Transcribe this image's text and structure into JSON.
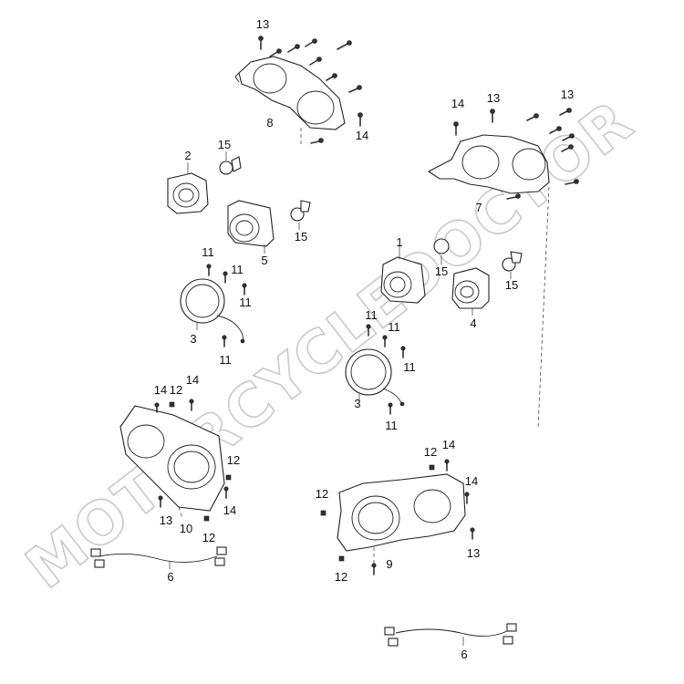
{
  "labels": {
    "l13a": "13",
    "l8": "8",
    "l14a": "14",
    "l14b": "14",
    "l13b": "13",
    "l13c": "13",
    "l7": "7",
    "l2": "2",
    "l15a": "15",
    "l15b": "15",
    "l5": "5",
    "l11a": "11",
    "l11b": "11",
    "l11c": "11",
    "l11d": "11",
    "l3a": "3",
    "l1": "1",
    "l15c": "15",
    "l15d": "15",
    "l4": "4",
    "l11e": "11",
    "l11f": "11",
    "l11g": "11",
    "l11h": "11",
    "l3b": "3",
    "l14c": "14",
    "l12a": "12",
    "l14d": "14",
    "l12b": "12",
    "l14e": "14",
    "l13d": "13",
    "l10": "10",
    "l12c": "12",
    "l6a": "6",
    "l12d": "12",
    "l14f": "14",
    "l12e": "12",
    "l14g": "14",
    "l13e": "13",
    "l9": "9",
    "l12f": "12",
    "l6b": "6"
  },
  "watermark": "MOTORCYCLEDOCTOR"
}
